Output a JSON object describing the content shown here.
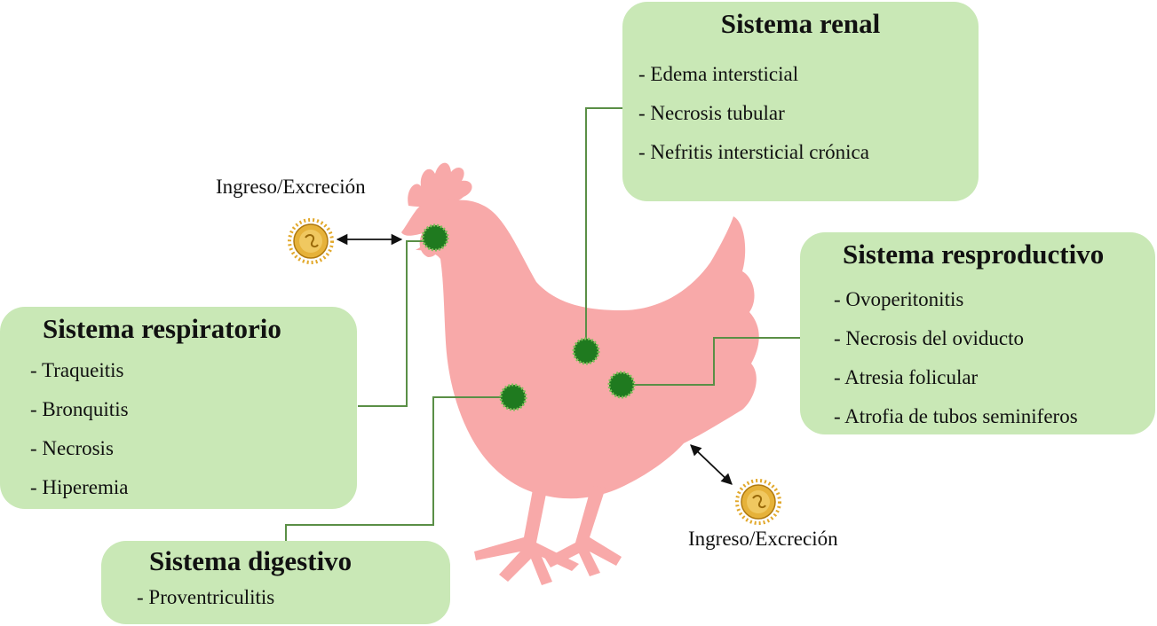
{
  "labels": {
    "ingress_top": "Ingreso/Excreción",
    "ingress_bottom": "Ingreso/Excreción"
  },
  "systems": {
    "renal": {
      "title": "Sistema renal",
      "items": [
        "Edema intersticial",
        "Necrosis tubular",
        "Nefritis intersticial crónica"
      ]
    },
    "reproductive": {
      "title": "Sistema resproductivo",
      "items": [
        "Ovoperitonitis",
        "Necrosis del oviducto",
        "Atresia folicular",
        "Atrofia de tubos seminiferos"
      ]
    },
    "respiratory": {
      "title": "Sistema respiratorio",
      "items": [
        "Traqueitis",
        "Bronquitis",
        "Necrosis",
        "Hiperemia"
      ]
    },
    "digestive": {
      "title": "Sistema digestivo",
      "items": [
        "Proventriculitis"
      ]
    }
  },
  "colors": {
    "box_fill": "#c9e8b6",
    "chicken": "#f8a9a9",
    "virus_marker": "#1f7a1f",
    "connector": "#5a8f46",
    "virus_particle": "#e2a82a"
  },
  "icons": {
    "virus": "virus-icon",
    "marker": "infection-site-icon",
    "arrow": "double-arrow-icon"
  }
}
